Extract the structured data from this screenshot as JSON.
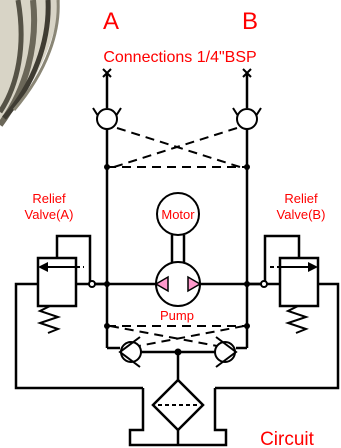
{
  "ports": {
    "a_label": "A",
    "b_label": "B",
    "connections_label": "Connections 1/4\"BSP"
  },
  "relief_valve_a": {
    "line1": "Relief",
    "line2": "Valve(A)"
  },
  "relief_valve_b": {
    "line1": "Relief",
    "line2": "Valve(B)"
  },
  "motor_label": "Motor",
  "pump_label": "Pump",
  "caption": "Circuit",
  "colors": {
    "text_red": "#ff0000",
    "line": "#000000",
    "valve_fill": "#ffffff",
    "pump_arrow": "#ff99cc",
    "photo_cable": "#7a7567"
  }
}
